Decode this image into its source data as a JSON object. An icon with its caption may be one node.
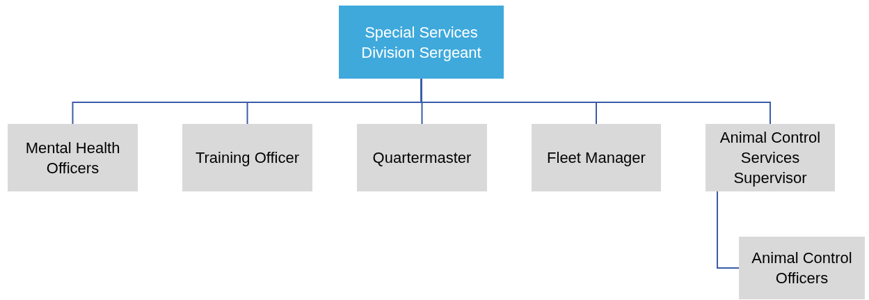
{
  "diagram": {
    "nodes": [
      {
        "text": [
          "Special Services Division Sergeant"
        ]
      },
      {
        "text": [
          "Mental Health Officers"
        ]
      },
      {
        "text": [
          "Training Officer"
        ]
      },
      {
        "text": [
          "Quartermaster"
        ]
      },
      {
        "text": [
          "Fleet Manager"
        ]
      },
      {
        "text": [
          "Animal Control Services Supervisor"
        ]
      },
      {
        "text": [
          "Animal Control Officers"
        ]
      }
    ],
    "edges": [
      {
        "from": 0,
        "to": 1,
        "arrow": "none"
      },
      {
        "from": 0,
        "to": 2,
        "arrow": "none"
      },
      {
        "from": 0,
        "to": 3,
        "arrow": "none"
      },
      {
        "from": 0,
        "to": 4,
        "arrow": "none"
      },
      {
        "from": 0,
        "to": 5,
        "arrow": "none"
      },
      {
        "from": 5,
        "to": 6,
        "arrow": "none"
      }
    ]
  }
}
